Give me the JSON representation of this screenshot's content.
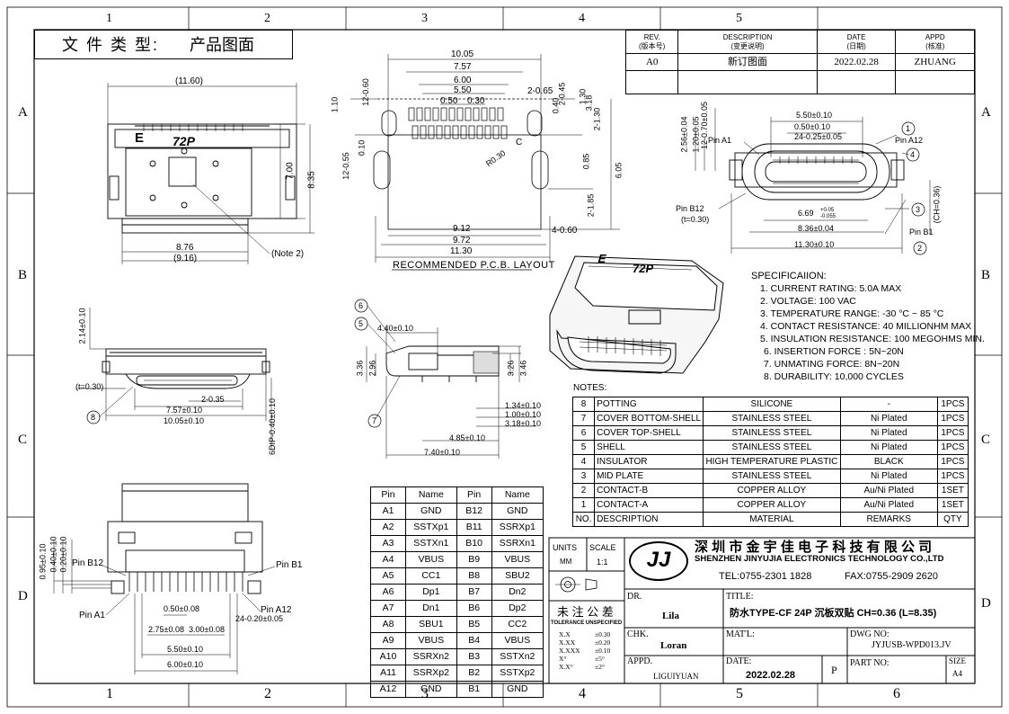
{
  "zones": {
    "columns": [
      "1",
      "2",
      "3",
      "4",
      "5",
      "6"
    ],
    "rows": [
      "A",
      "B",
      "C",
      "D"
    ]
  },
  "file_type": {
    "label": "文 件 类 型:",
    "value": "产品图面"
  },
  "revision": {
    "headers": [
      {
        "en": "REV.",
        "cn": "(版本号)"
      },
      {
        "en": "DESCRIPTION",
        "cn": "(变更说明)"
      },
      {
        "en": "DATE",
        "cn": "(日期)"
      },
      {
        "en": "APPD",
        "cn": "(核准)"
      }
    ],
    "row": {
      "rev": "A0",
      "desc": "新订图面",
      "date": "2022.02.28",
      "appd": "ZHUANG"
    }
  },
  "views": {
    "top": {
      "dims": [
        "(11.60)",
        "7.00",
        "8.35",
        "8.76",
        "(9.16)",
        "(Note 2)"
      ],
      "marks": [
        "E",
        "72P"
      ]
    },
    "pcb": {
      "title": "RECOMMENDED  P.C.B. LAYOUT",
      "dims": [
        "10.05",
        "7.57",
        "6.00",
        "5.50",
        "0.50",
        "0.30",
        "1.10",
        "12-0.60",
        "2-0.65",
        "0.40",
        "2-0.45",
        "1.30",
        "3.18",
        "2-1.30",
        "12-0.55",
        "0.10",
        "R0.30",
        "0.85",
        "6.05",
        "2-1.85",
        "9.12",
        "9.72",
        "11.30",
        "4-0.60",
        "C"
      ]
    },
    "front": {
      "dims": [
        "5.50±0.10",
        "0.50±0.10",
        "24-0.25±0.05",
        "2.56±0.04",
        "1.20±0.05",
        "12-0.70±0.05",
        "Pin A1",
        "Pin A12",
        "Pin B12",
        "(t=0.30)",
        "6.69",
        "8.36±0.04",
        "11.30±0.10",
        "Pin B1",
        "(CH=0.36)"
      ],
      "tol": [
        "+0.05",
        "-0.055"
      ],
      "balloons": [
        "1",
        "4",
        "3",
        "2"
      ]
    },
    "side": {
      "dims": [
        "2.14±0.10",
        "(t=0.30)",
        "2-0.35",
        "7.57±0.10",
        "10.05±0.10",
        "6DIP-0.40±0.10"
      ],
      "balloons": [
        "8"
      ]
    },
    "section": {
      "dims": [
        "4.40±0.10",
        "3.36",
        "2.96",
        "3.26",
        "3.46",
        "1.34±0.10",
        "1.00±0.10",
        "3.18±0.10",
        "4.85±0.10",
        "7.40±0.10"
      ],
      "balloons": [
        "6",
        "5",
        "7"
      ]
    },
    "bottom": {
      "dims": [
        "0.95±0.10",
        "0.40±0.10",
        "0.20±0.10",
        "Pin B12",
        "Pin B1",
        "Pin A1",
        "Pin A12",
        "0.50±0.08",
        "2.75±0.08",
        "3.00±0.08",
        "24-0.20±0.05",
        "5.50±0.10",
        "6.00±0.10"
      ]
    },
    "iso": {
      "marks": [
        "E",
        "72P"
      ]
    }
  },
  "specification": {
    "title": "SPECIFICAIION:",
    "items": [
      "1. CURRENT RATING: 5.0A MAX",
      "2. VOLTAGE: 100 VAC",
      "3. TEMPERATURE RANGE: -30 °C ~ 85 °C",
      "4. CONTACT RESISTANCE: 40 MILLIONHM MAX",
      "5. INSULATION RESISTANCE: 100 MEGOHMS MIN.",
      "6. INSERTION FORCE : 5N~20N",
      "7. UNMATING FORCE: 8N~20N",
      "8. DURABILITY:  10,000 CYCLES"
    ]
  },
  "notes": {
    "title": "NOTES:",
    "rows": [
      [
        "8",
        "POTTING",
        "SILICONE",
        "-",
        "1PCS"
      ],
      [
        "7",
        "COVER BOTTOM-SHELL",
        "STAINLESS STEEL",
        "Ni Plated",
        "1PCS"
      ],
      [
        "6",
        "COVER TOP-SHELL",
        "STAINLESS STEEL",
        "Ni Plated",
        "1PCS"
      ],
      [
        "5",
        "SHELL",
        "STAINLESS STEEL",
        "Ni Plated",
        "1PCS"
      ],
      [
        "4",
        "INSULATOR",
        "HIGH TEMPERATURE PLASTIC",
        "BLACK",
        "1PCS"
      ],
      [
        "3",
        "MID PLATE",
        "STAINLESS STEEL",
        "Ni Plated",
        "1PCS"
      ],
      [
        "2",
        "CONTACT-B",
        "COPPER ALLOY",
        "Au/Ni Plated",
        "1SET"
      ],
      [
        "1",
        "CONTACT-A",
        "COPPER ALLOY",
        "Au/Ni Plated",
        "1SET"
      ]
    ],
    "header": [
      "NO.",
      "DESCRIPTION",
      "MATERIAL",
      "REMARKS",
      "QTY"
    ]
  },
  "pins": {
    "header": [
      "Pin",
      "Name",
      "Pin",
      "Name"
    ],
    "rows": [
      [
        "A1",
        "GND",
        "B12",
        "GND"
      ],
      [
        "A2",
        "SSTXp1",
        "B11",
        "SSRXp1"
      ],
      [
        "A3",
        "SSTXn1",
        "B10",
        "SSRXn1"
      ],
      [
        "A4",
        "VBUS",
        "B9",
        "VBUS"
      ],
      [
        "A5",
        "CC1",
        "B8",
        "SBU2"
      ],
      [
        "A6",
        "Dp1",
        "B7",
        "Dn2"
      ],
      [
        "A7",
        "Dn1",
        "B6",
        "Dp2"
      ],
      [
        "A8",
        "SBU1",
        "B5",
        "CC2"
      ],
      [
        "A9",
        "VBUS",
        "B4",
        "VBUS"
      ],
      [
        "A10",
        "SSRXn2",
        "B3",
        "SSTXn2"
      ],
      [
        "A11",
        "SSRXp2",
        "B2",
        "SSTXp2"
      ],
      [
        "A12",
        "GND",
        "B1",
        "GND"
      ]
    ]
  },
  "title_block": {
    "units_label": "UNITS",
    "units": "MM",
    "scale_label": "SCALE",
    "scale": "1:1",
    "logo": "JJ",
    "company_cn": "深 圳 市 金 宇 佳 电 子 科 技 有 限 公 司",
    "company_en": "SHENZHEN  JINYUJIA ELECTRONICS TECHNOLOGY CO.,LTD",
    "tel": "TEL:0755-2301 1828",
    "fax": "FAX:0755-2909 2620",
    "tol_title": "未 注 公 差",
    "tol_sub": "TOLERANCE UNSPECIFIED",
    "tolerances": [
      [
        "X.X",
        "±0.30"
      ],
      [
        "X.XX",
        "±0.20"
      ],
      [
        "X.XXX",
        "±0.10"
      ],
      [
        "X°",
        "±5°"
      ],
      [
        "X.X°",
        "±2°"
      ]
    ],
    "dr_label": "DR.",
    "dr": "Lila",
    "chk_label": "CHK.",
    "chk": "Loran",
    "appd_label": "APPD.",
    "appd": "LIGUIYUAN",
    "title_label": "TITLE:",
    "title": "防水TYPE-CF 24P 沉板双贴  CH=0.36 (L=8.35)",
    "mat_label": "MAT'L:",
    "dwg_label": "DWG NO:",
    "dwg": "JYJUSB-WPD013.JV",
    "date_label": "DATE:",
    "date": "2022.02.28",
    "p": "P",
    "part_label": "PART  NO:",
    "size_label": "SIZE",
    "size": "A4"
  }
}
